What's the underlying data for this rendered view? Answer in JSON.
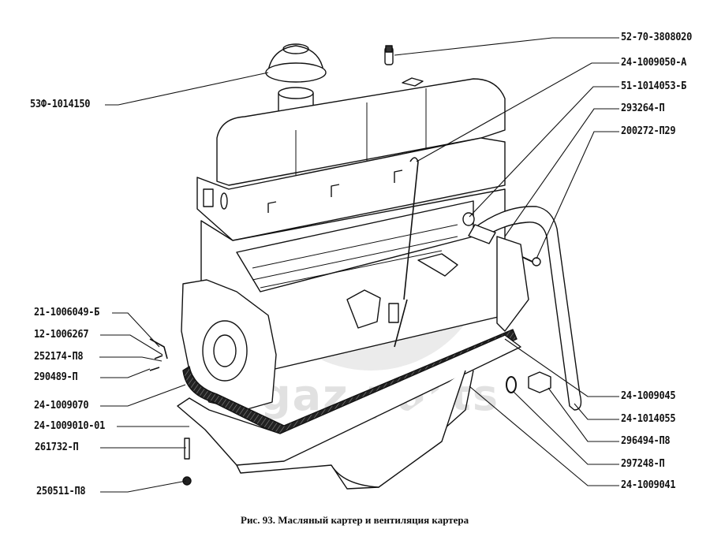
{
  "figure": {
    "caption": "Рис. 93. Масляный картер и вентиляция картера",
    "watermark": "gaz parts"
  },
  "callouts_left": [
    {
      "id": "filler-cap",
      "label": "53Ф-1014150"
    },
    {
      "id": "bracket",
      "label": "21-1006049-Б"
    },
    {
      "id": "plate",
      "label": "12-1006267"
    },
    {
      "id": "washer",
      "label": "252174-П8"
    },
    {
      "id": "bolt",
      "label": "290489-П"
    },
    {
      "id": "front-gasket",
      "label": "24-1009070"
    },
    {
      "id": "oil-pan",
      "label": "24-1009010-01"
    },
    {
      "id": "stud",
      "label": "261732-П"
    },
    {
      "id": "nut",
      "label": "250511-П8"
    }
  ],
  "callouts_right": [
    {
      "id": "sensor",
      "label": "52-70-3808020"
    },
    {
      "id": "dipstick",
      "label": "24-1009050-А"
    },
    {
      "id": "vent-tube-seal",
      "label": "51-1014053-Б"
    },
    {
      "id": "clamp",
      "label": "293264-П"
    },
    {
      "id": "screw",
      "label": "200272-П29"
    },
    {
      "id": "side-gasket",
      "label": "24-1009045"
    },
    {
      "id": "vent-hose",
      "label": "24-1014055"
    },
    {
      "id": "drain-plug",
      "label": "296494-П8"
    },
    {
      "id": "drain-gasket",
      "label": "297248-П"
    },
    {
      "id": "rear-gasket",
      "label": "24-1009041"
    }
  ]
}
